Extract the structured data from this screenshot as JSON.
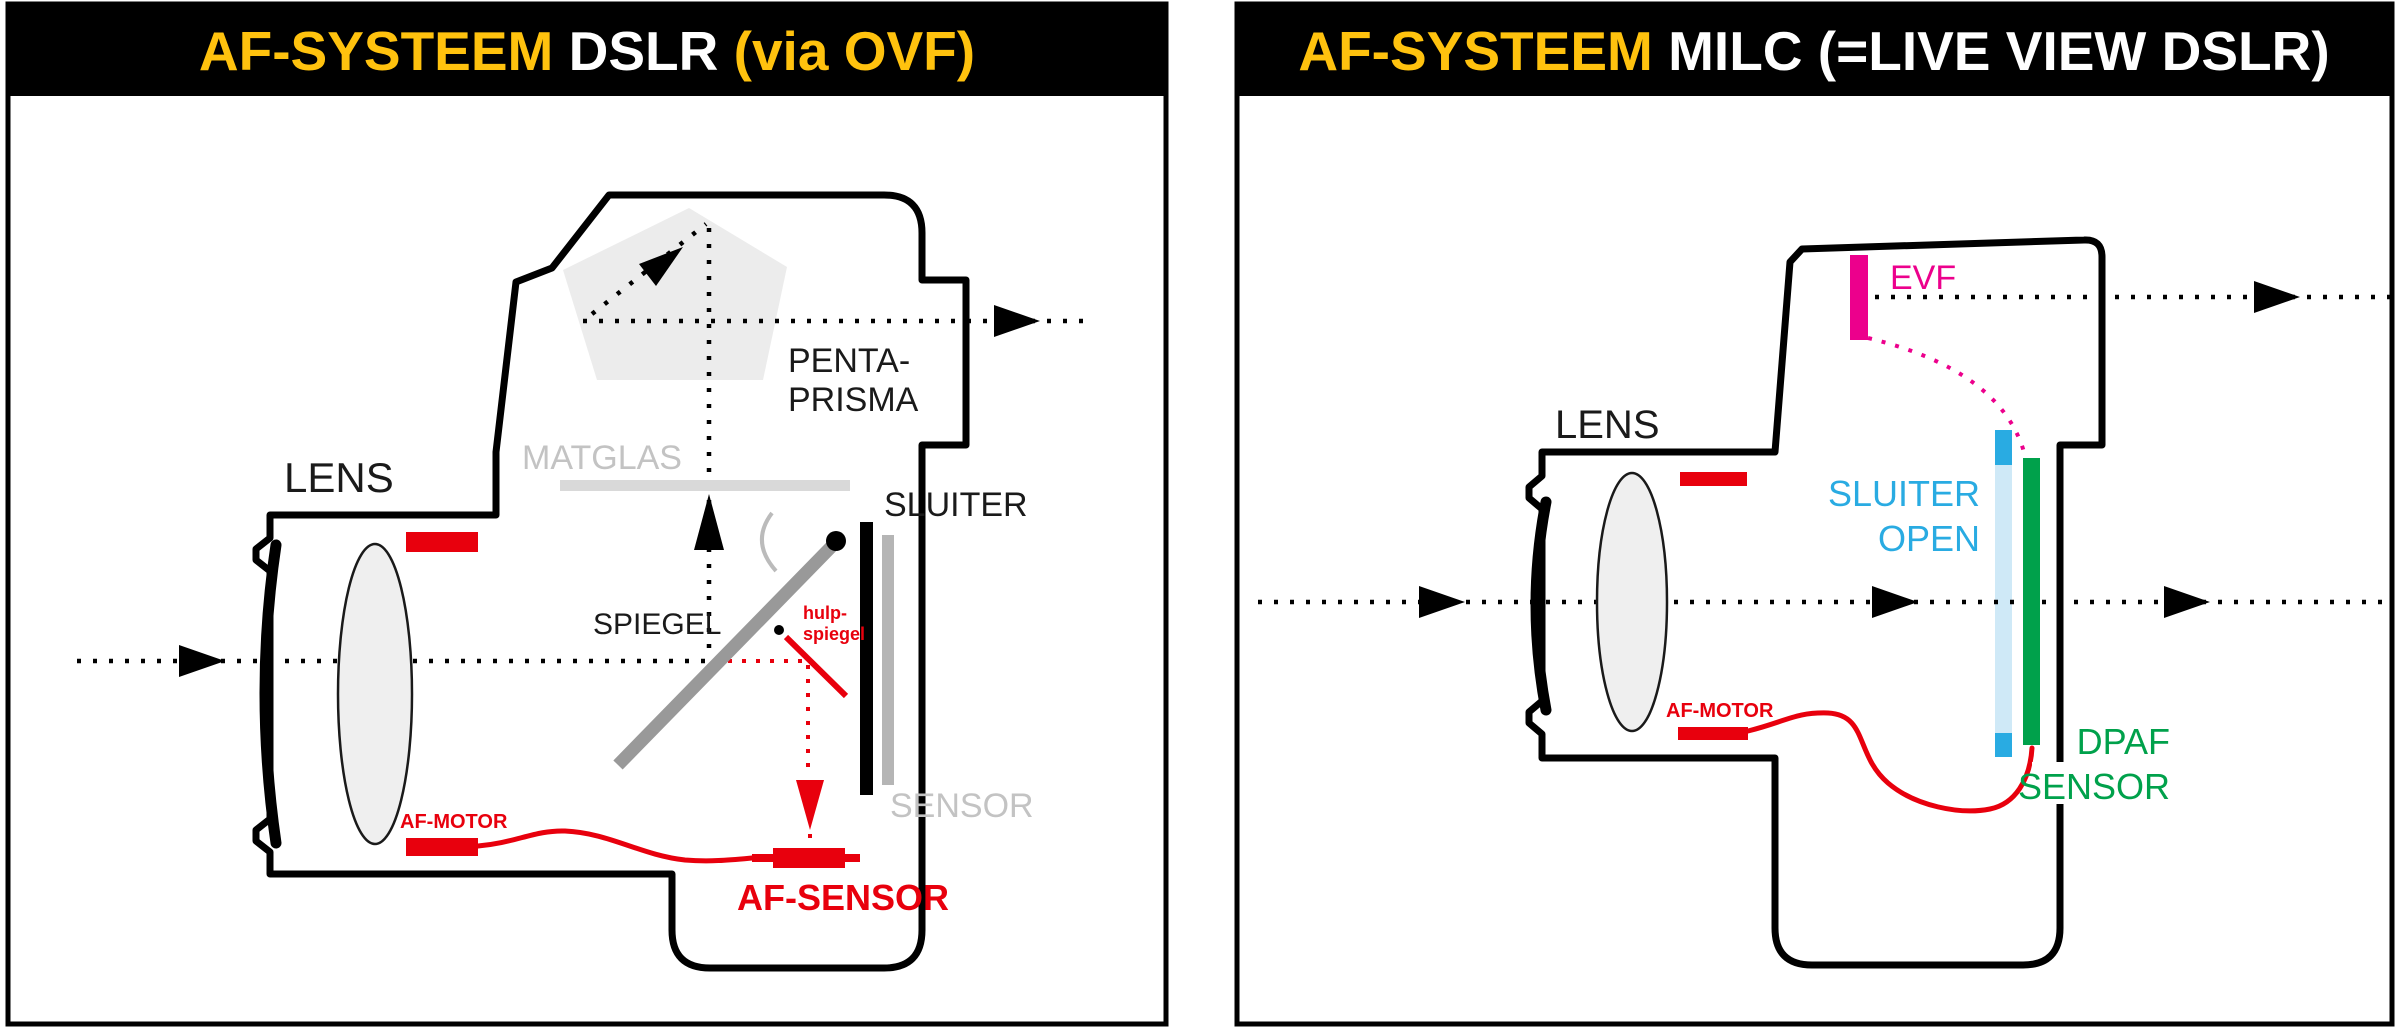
{
  "left_panel": {
    "title": {
      "part1": "AF-SYSTEEM ",
      "part2": "DSLR ",
      "part3": "(via OVF)"
    },
    "labels": {
      "lens": "LENS",
      "pentaprisma_line1": "PENTA-",
      "pentaprisma_line2": "PRISMA",
      "matglas": "MATGLAS",
      "sluiter": "SLUITER",
      "spiegel": "SPIEGEL",
      "hulpspiegel_line1": "hulp-",
      "hulpspiegel_line2": "spiegel",
      "sensor": "SENSOR",
      "af_motor": "AF-MOTOR",
      "af_sensor": "AF-SENSOR"
    }
  },
  "right_panel": {
    "title": {
      "part1": "AF-SYSTEEM ",
      "part2": "MILC (=LIVE VIEW DSLR)"
    },
    "labels": {
      "lens": "LENS",
      "evf": "EVF",
      "sluiter_line1": "SLUITER",
      "sluiter_line2": "OPEN",
      "af_motor": "AF-MOTOR",
      "dpaf_line1": "DPAF",
      "dpaf_line2": "SENSOR"
    }
  },
  "colors": {
    "yellow": "#ffc20e",
    "red": "#e8000d",
    "magenta": "#ec008c",
    "blue": "#29abe2",
    "light_blue": "#cfe9f7",
    "green": "#00a14b",
    "gray_mirror": "#999999",
    "gray_light": "#d9d9d9",
    "gray_text": "#c3c3c3",
    "gray_sensor": "#b5b5b5",
    "pentagon": "#ececec",
    "lens_fill": "#efefef"
  }
}
